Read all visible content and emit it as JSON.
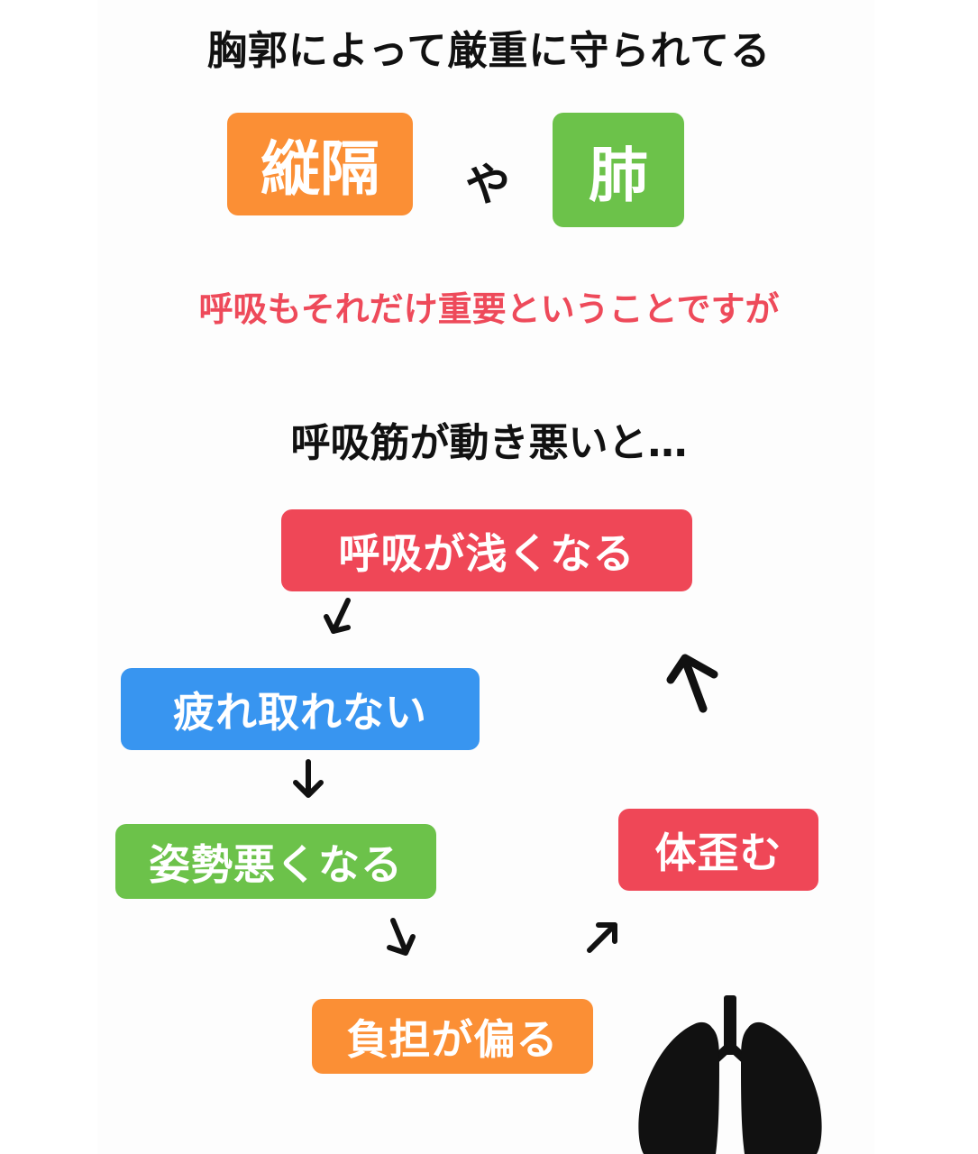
{
  "heading_top": "胸郭によって厳重に守られてる",
  "box_mediastinum": "縦隔",
  "connector": "や",
  "box_lung": "肺",
  "subtitle": "呼吸もそれだけ重要ということですが",
  "heading_mid": "呼吸筋が動き悪いと…",
  "flow": {
    "shallow": "呼吸が浅くなる",
    "fatigue": "疲れ取れない",
    "posture": "姿勢悪くなる",
    "burden": "負担が偏る",
    "distortion": "体歪む"
  },
  "colors": {
    "orange": "#fb8f35",
    "green": "#6cc24a",
    "red": "#ef4757",
    "blue": "#3895f0",
    "subtitle_red": "#ee4a5a"
  },
  "icons": [
    "arrow-down-left-icon",
    "arrow-down-icon",
    "arrow-down-right-icon",
    "arrow-up-right-icon",
    "arrow-up-left-icon",
    "lungs-icon"
  ]
}
